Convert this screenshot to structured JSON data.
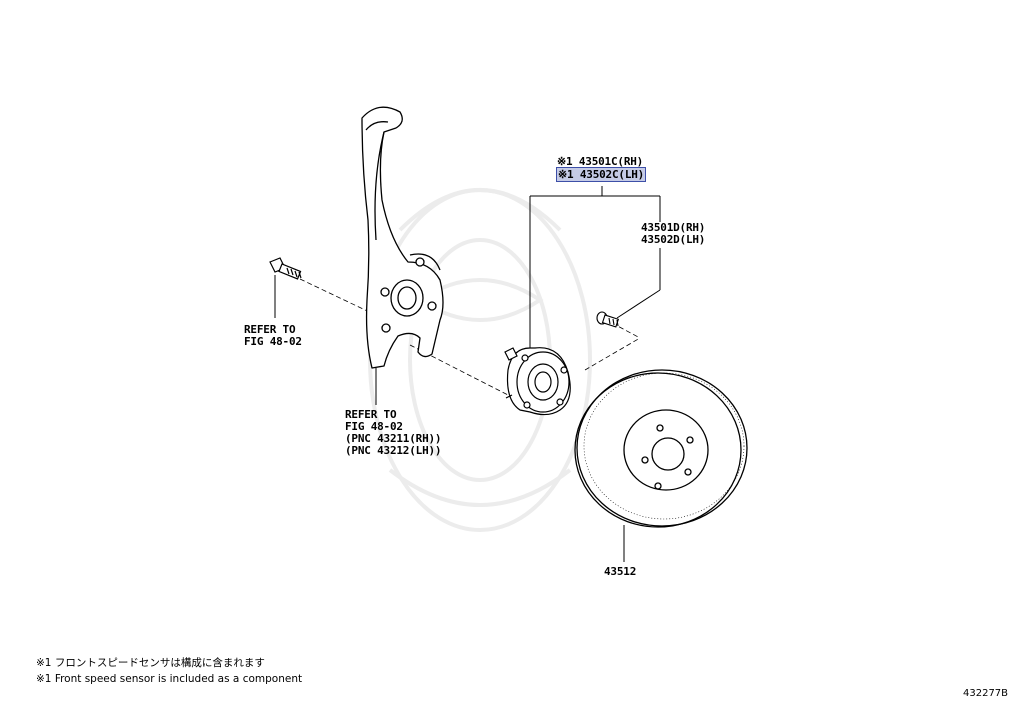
{
  "callouts": {
    "hub_rh": "※1 43501C(RH)",
    "hub_lh": "※1 43502C(LH)",
    "bolt_rh": "43501D(RH)",
    "bolt_lh": "43502D(LH)",
    "refer_bolt_1": "REFER TO",
    "refer_bolt_2": "FIG 48-02",
    "refer_knuckle_1": "REFER TO",
    "refer_knuckle_2": "FIG 48-02",
    "refer_knuckle_3": "(PNC 43211(RH))",
    "refer_knuckle_4": "(PNC 43212(LH))",
    "disc": "43512"
  },
  "notes": {
    "jp": "※1 フロントスピードセンサは構成に含まれます",
    "en": "※1 Front speed sensor is included  as a component"
  },
  "figure_number": "432277B",
  "colors": {
    "highlight_fill": "#c5cbe6",
    "highlight_border": "#3d4fa8",
    "line": "#000000"
  }
}
